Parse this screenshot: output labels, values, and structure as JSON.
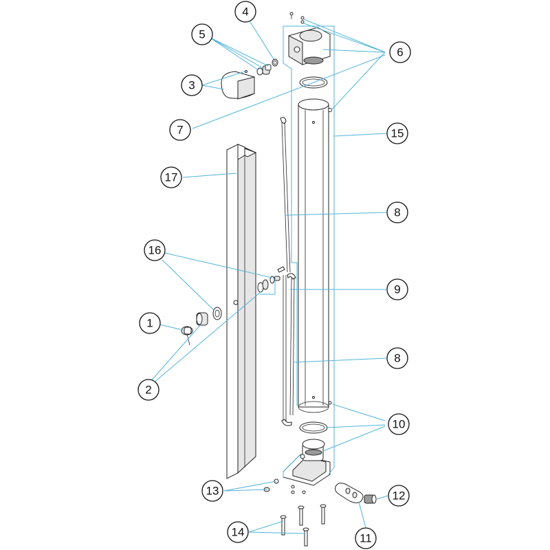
{
  "callouts": [
    {
      "id": "c1",
      "label": "1"
    },
    {
      "id": "c2",
      "label": "2"
    },
    {
      "id": "c3",
      "label": "3"
    },
    {
      "id": "c4",
      "label": "4"
    },
    {
      "id": "c5",
      "label": "5"
    },
    {
      "id": "c6",
      "label": "6"
    },
    {
      "id": "c7",
      "label": "7"
    },
    {
      "id": "c8a",
      "label": "8"
    },
    {
      "id": "c8b",
      "label": "8"
    },
    {
      "id": "c9",
      "label": "9"
    },
    {
      "id": "c10",
      "label": "10"
    },
    {
      "id": "c11",
      "label": "11"
    },
    {
      "id": "c12",
      "label": "12"
    },
    {
      "id": "c13",
      "label": "13"
    },
    {
      "id": "c14",
      "label": "14"
    },
    {
      "id": "c15",
      "label": "15"
    },
    {
      "id": "c16",
      "label": "16"
    },
    {
      "id": "c17",
      "label": "17"
    }
  ],
  "colors": {
    "leader_line": "#4fb3d9",
    "part_outline": "#222222"
  }
}
